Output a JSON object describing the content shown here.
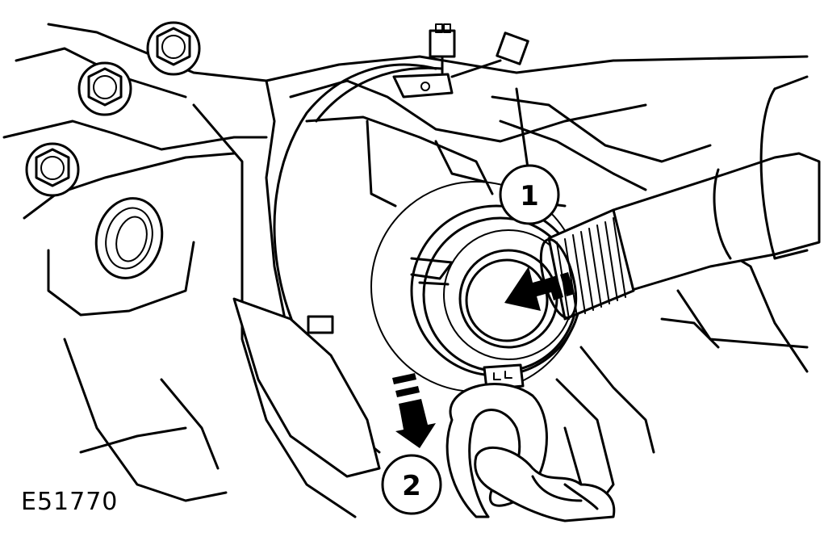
{
  "figure": {
    "id_label": "E51770",
    "callouts": [
      {
        "number": "1"
      },
      {
        "number": "2"
      }
    ]
  }
}
